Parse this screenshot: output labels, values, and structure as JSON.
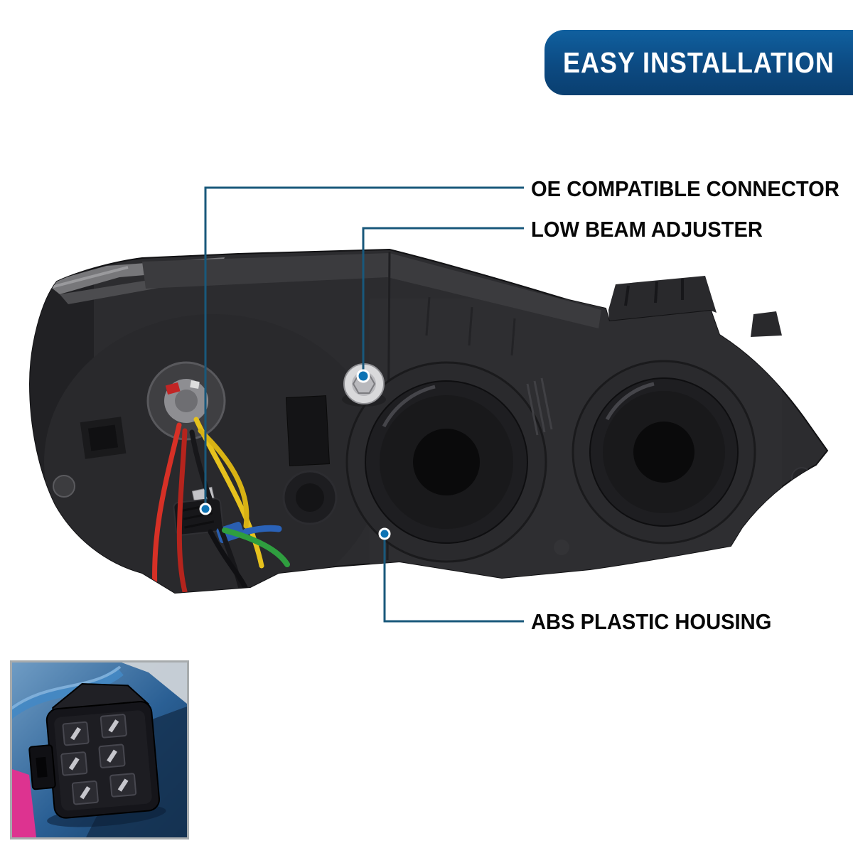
{
  "banner": {
    "label": "EASY INSTALLATION",
    "background": "#0c4a82",
    "text_color": "#ffffff"
  },
  "callouts": [
    {
      "id": "oe-connector",
      "label": "OE COMPATIBLE CONNECTOR"
    },
    {
      "id": "low-beam-adjuster",
      "label": "LOW BEAM ADJUSTER"
    },
    {
      "id": "abs-plastic-housing",
      "label": "ABS PLASTIC HOUSING"
    }
  ],
  "style": {
    "line_color": "#19587b",
    "dot_color": "#0d73b4",
    "label_color": "#070707",
    "page_background": "#ffffff"
  },
  "product": {
    "housing_color": "#2c2c2f",
    "wire_colors": {
      "red": "#d63026",
      "black": "#17171a",
      "yellow": "#e6c11d",
      "green": "#2f9e3f",
      "blue": "#2a62b8"
    }
  },
  "icons": [
    {
      "name": "callout-dot",
      "shape": "filled-circle-with-white-ring"
    }
  ]
}
